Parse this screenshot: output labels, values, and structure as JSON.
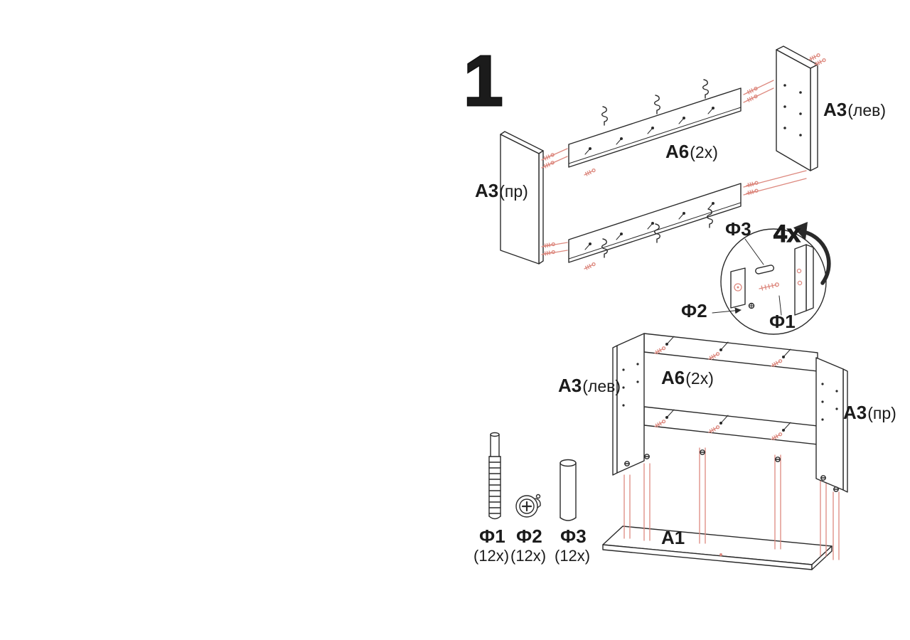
{
  "step": {
    "number": "1"
  },
  "exploded_view": {
    "panel_right_label": {
      "code": "A3",
      "qualifier": "(пр)"
    },
    "panel_left_label": {
      "code": "A3",
      "qualifier": "(лев)"
    },
    "rail_label": {
      "code": "A6",
      "qualifier": "(2x)"
    }
  },
  "detail_callout": {
    "multiplier": "4x",
    "dowel_label": "Ф3",
    "cam_label": "Ф2",
    "screw_label": "Ф1"
  },
  "assembled_view": {
    "panel_left_label": {
      "code": "A3",
      "qualifier": "(лев)"
    },
    "panel_right_label": {
      "code": "A3",
      "qualifier": "(пр)"
    },
    "rail_label": {
      "code": "A6",
      "qualifier": "(2x)"
    },
    "base_label": "A1"
  },
  "hardware_legend": [
    {
      "code": "Ф1",
      "qty": "(12x)"
    },
    {
      "code": "Ф2",
      "qty": "(12x)"
    },
    {
      "code": "Ф3",
      "qty": "(12x)"
    }
  ],
  "colors": {
    "ink": "#2a2a2a",
    "accent_red": "#dd897f"
  }
}
